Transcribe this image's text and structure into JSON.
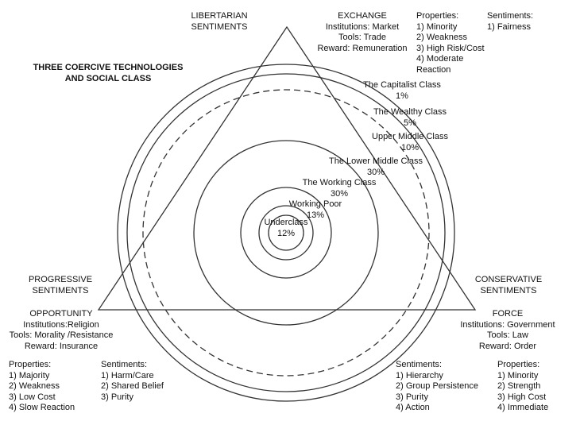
{
  "title": [
    "THREE COERCIVE TECHNOLOGIES",
    "AND SOCIAL CLASS"
  ],
  "vertices": {
    "top": [
      "LIBERTARIAN",
      "SENTIMENTS"
    ],
    "left": [
      "PROGRESSIVE",
      "SENTIMENTS"
    ],
    "right": [
      "CONSERVATIVE",
      "SENTIMENTS"
    ]
  },
  "exchange": {
    "heading": "EXCHANGE",
    "lines": [
      "Institutions: Market",
      "Tools: Trade",
      "Reward: Remuneration"
    ],
    "properties": [
      "Properties:",
      "1) Minority",
      "2) Weakness",
      "3) High Risk/Cost",
      "4) Moderate",
      "Reaction"
    ],
    "sentiments": [
      "Sentiments:",
      "1) Fairness"
    ]
  },
  "opportunity": {
    "heading": "OPPORTUNITY",
    "lines": [
      "Institutions:Religion",
      "Tools: Morality /Resistance",
      "Reward: Insurance"
    ],
    "properties": [
      "Properties:",
      "1) Majority",
      "2) Weakness",
      "3) Low Cost",
      "4) Slow Reaction"
    ],
    "sentiments": [
      "Sentiments:",
      "1) Harm/Care",
      "2) Shared Belief",
      "3) Purity"
    ]
  },
  "force": {
    "heading": "FORCE",
    "lines": [
      "Institutions: Government",
      "Tools: Law",
      "Reward: Order"
    ],
    "sentiments": [
      "Sentiments:",
      "1) Hierarchy",
      "2) Group Persistence",
      "3) Purity",
      "4) Action"
    ],
    "properties": [
      "Properties:",
      "1) Minority",
      "2) Strength",
      "3) High Cost",
      "4) Immediate"
    ]
  },
  "classes": [
    {
      "name": "The Capitalist Class",
      "pct": "1%"
    },
    {
      "name": "The Wealthy Class",
      "pct": "5%"
    },
    {
      "name": "Upper Middle Class",
      "pct": "10%"
    },
    {
      "name": "The Lower Middle Class",
      "pct": "30%"
    },
    {
      "name": "The Working Class",
      "pct": "30%"
    },
    {
      "name": "Working Poor",
      "pct": "13%"
    },
    {
      "name": "Underclass",
      "pct": "12%"
    }
  ],
  "colors": {
    "stroke": "#333333",
    "text": "#111111",
    "background": "#ffffff"
  }
}
